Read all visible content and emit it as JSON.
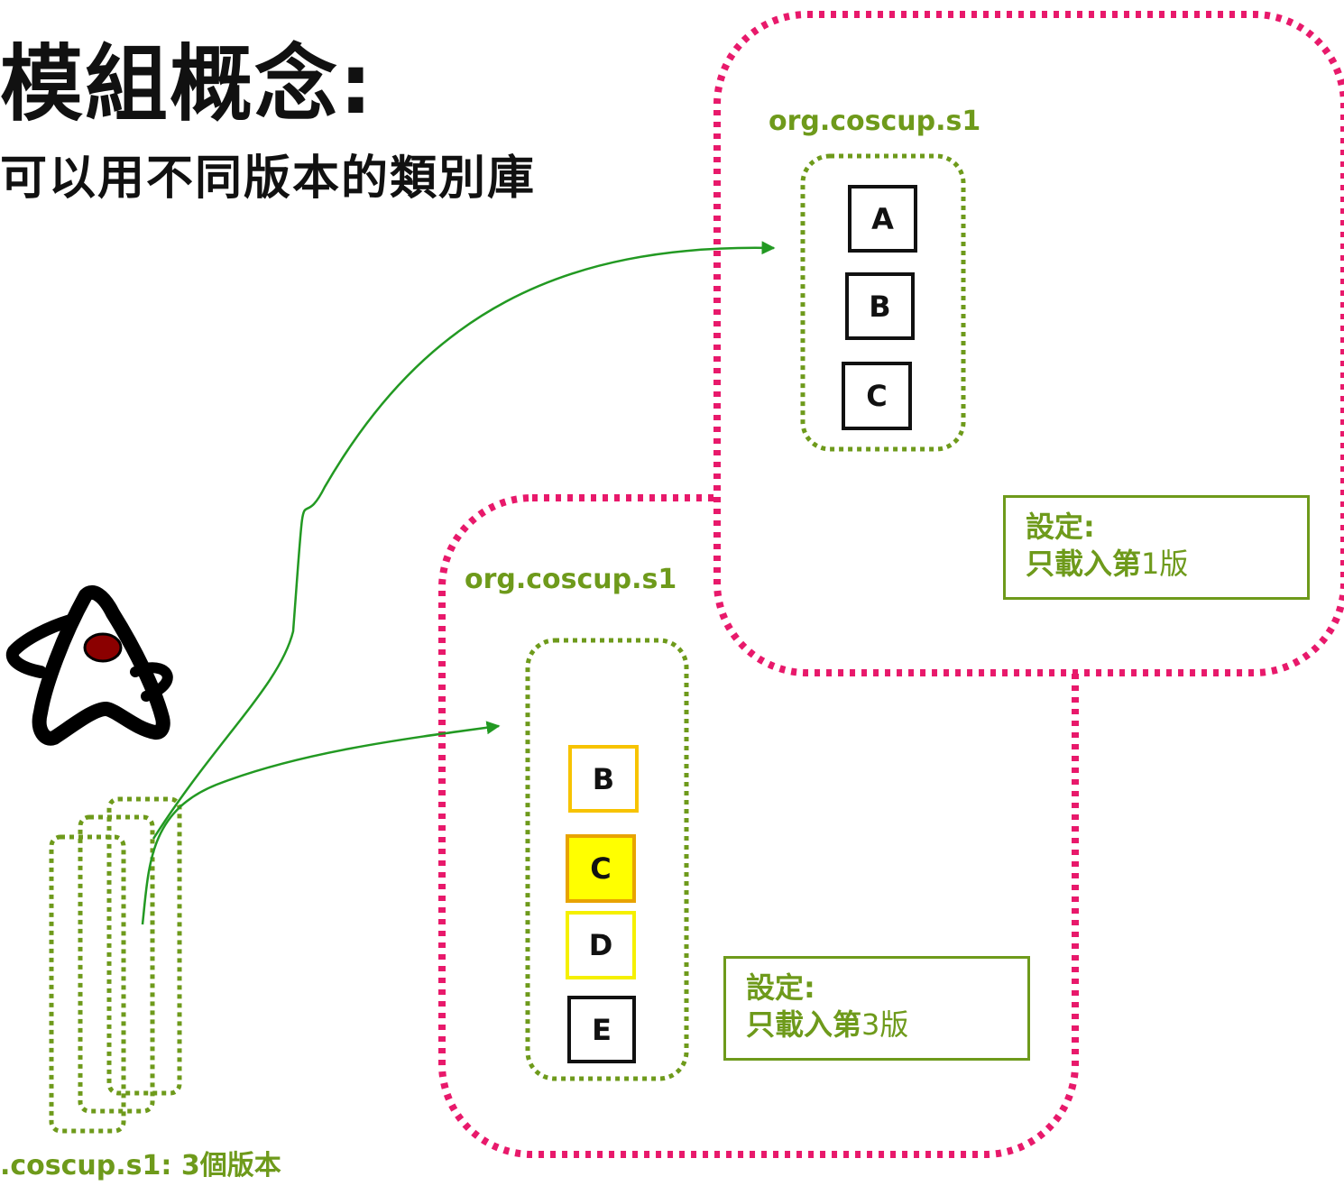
{
  "title": "模組概念:",
  "subtitle": "可以用不同版本的類別庫",
  "module_top": {
    "package_label": "org.coscup.s1",
    "classes": [
      "A",
      "B",
      "C"
    ],
    "config": {
      "heading": "設定:",
      "detail_strong": "只載入第",
      "detail_version": "1版"
    }
  },
  "module_bottom": {
    "package_label": "org.coscup.s1",
    "classes": [
      "B",
      "C",
      "D",
      "E"
    ],
    "config": {
      "heading": "設定:",
      "detail_strong": "只載入第",
      "detail_version": "3版"
    }
  },
  "jar_versions_label": ".coscup.s1: 3個版本",
  "icons": {
    "mascot": "java-duke-icon"
  },
  "colors": {
    "module_border": "#e8196b",
    "package_border": "#6e9a1b",
    "arrow": "#229922",
    "legacy_class": "#f7c300",
    "highlight_class": "#ffff00"
  }
}
